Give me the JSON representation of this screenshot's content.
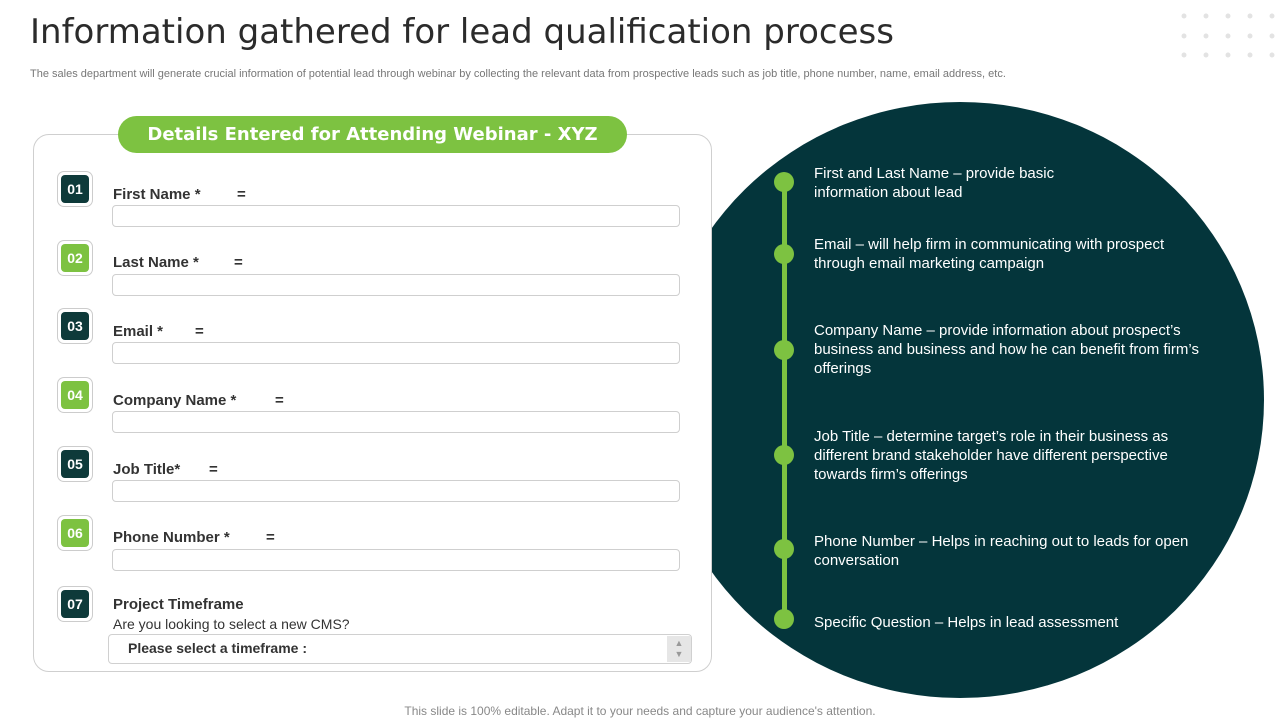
{
  "page": {
    "title": "Information gathered for lead qualification process",
    "subtitle": "The sales department will generate crucial information of potential lead through webinar by collecting the relevant data from prospective leads such as job title, phone number, name, email address, etc."
  },
  "form": {
    "banner": "Details Entered for Attending Webinar - XYZ",
    "fields": [
      {
        "number": "01",
        "label": "First Name *",
        "eq": "="
      },
      {
        "number": "02",
        "label": "Last Name *",
        "eq": "="
      },
      {
        "number": "03",
        "label": "Email *",
        "eq": "="
      },
      {
        "number": "04",
        "label": "Company Name *",
        "eq": "="
      },
      {
        "number": "05",
        "label": "Job Title*",
        "eq": "="
      },
      {
        "number": "06",
        "label": "Phone Number *",
        "eq": "="
      }
    ],
    "project": {
      "number": "07",
      "label": "Project Timeframe",
      "question": "Are you looking to select a new CMS?",
      "select_placeholder": "Please select a timeframe  :"
    }
  },
  "timeline": {
    "items": [
      "First and Last Name – provide basic information about lead",
      "Email – will help firm in communicating with prospect through email marketing campaign",
      "Company Name – provide information about prospect’s business and business and how he can benefit from firm’s offerings",
      "Job Title – determine target’s role in their business as different brand stakeholder have different perspective towards firm’s offerings",
      "Phone Number – Helps in reaching out to leads for open conversation",
      "Specific Question – Helps in lead assessment"
    ]
  },
  "footer": "This slide is 100% editable. Adapt it to your needs and capture your audience's attention.",
  "colors": {
    "accent_green": "#7dc241",
    "dark_teal": "#04353b"
  },
  "icons": {
    "select_arrows": "up-down-arrow-icon"
  }
}
